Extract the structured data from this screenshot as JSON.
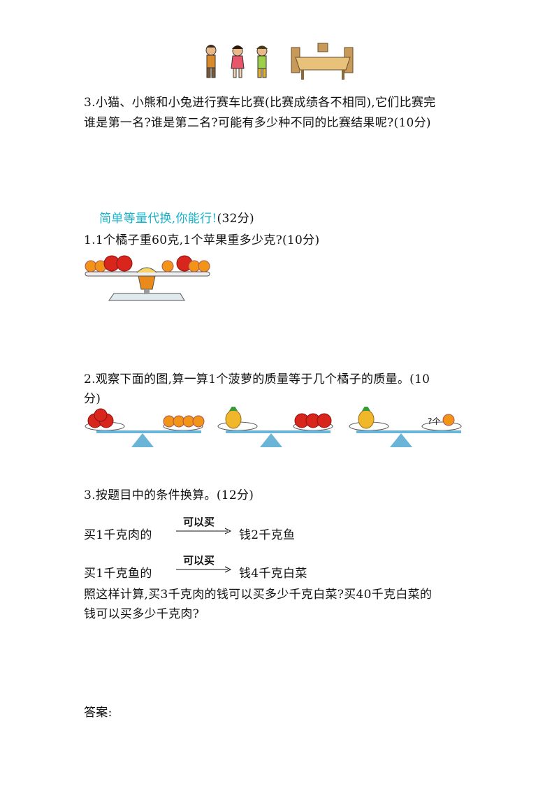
{
  "q3_top": {
    "line1": "3.小猫、小熊和小兔进行赛车比赛(比赛成绩各不相同),它们比赛完",
    "line2": "谁是第一名?谁是第二名?可能有多少种不同的比赛结果呢?(10分)"
  },
  "section": {
    "title": "简单等量代换,你能行!",
    "score": "(32分)"
  },
  "q1": {
    "text": "1.1个橘子重60克,1个苹果重多少克?(10分)"
  },
  "q2": {
    "line1": "2.观察下面的图,算一算1个菠萝的质量等于几个橘子的质量。(10",
    "line2": "分)",
    "unknown_mark": "?个"
  },
  "q3": {
    "title": "3.按题目中的条件换算。(12分)",
    "row1_left": "买1千克肉的",
    "row1_arrow": "可以买",
    "row1_right": "钱2千克鱼",
    "row2_left": "买1千克鱼的",
    "row2_arrow": "可以买",
    "row2_right": "钱4千克白菜",
    "line3": "照这样计算,买3千克肉的钱可以买多少千克白菜?买40千克白菜的",
    "line4": "钱可以买多少千克肉?"
  },
  "answer": {
    "label": "答案:"
  },
  "colors": {
    "accent": "#19b3c9",
    "apple": "#d8261c",
    "orange": "#f29418",
    "seesaw": "#6ab4d8"
  }
}
